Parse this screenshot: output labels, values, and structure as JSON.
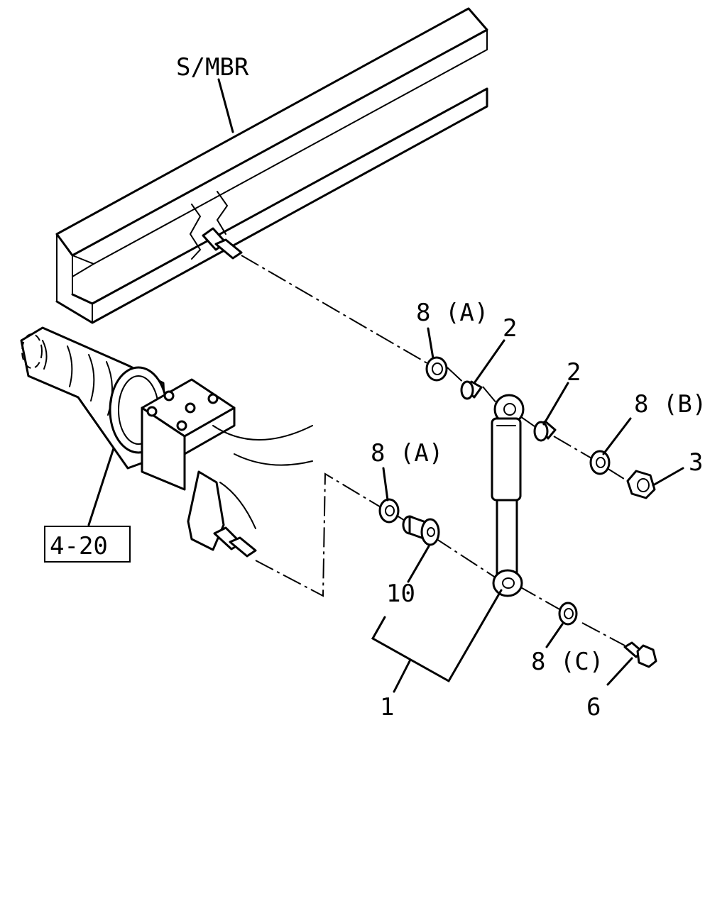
{
  "labels": {
    "side_member": "S/MBR",
    "ref_box": "4-20",
    "washer_a_top": "8 (A)",
    "washer_a_bottom": "8 (A)",
    "washer_b": "8 (B)",
    "washer_c": "8 (C)",
    "bushing_upper": "2",
    "bushing_lower": "2",
    "nut": "3",
    "bolt": "6",
    "rod_assembly": "1",
    "bushing_10": "10"
  }
}
